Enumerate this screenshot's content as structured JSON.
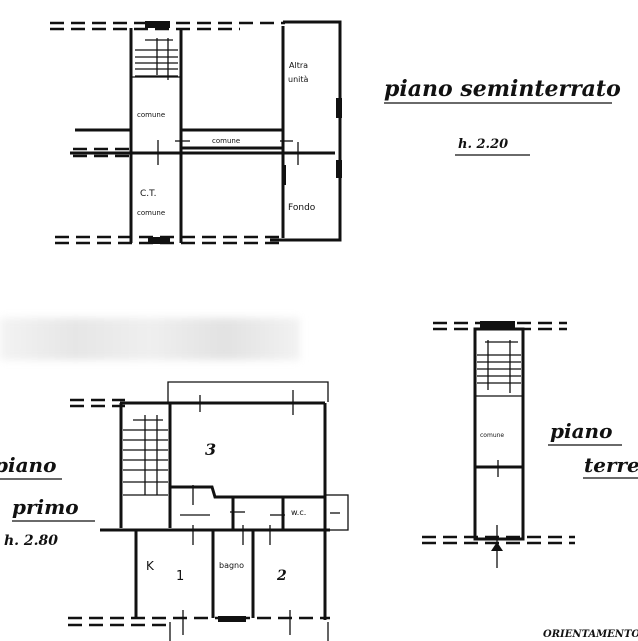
{
  "basement": {
    "title": "piano seminterrato",
    "height": "h. 2.20",
    "rooms": {
      "stair_common": "comune",
      "corridor": "comune",
      "other_unit_line1": "Altra",
      "other_unit_line2": "unità",
      "boiler_line1": "C.T.",
      "boiler_line2": "comune",
      "storage": "Fondo"
    }
  },
  "first_floor": {
    "title_line1": "piano",
    "title_line2": "primo",
    "height": "h. 2.80",
    "rooms": {
      "room3": "3",
      "kitchen": "K",
      "room1": "1",
      "bathroom": "bagno",
      "room2": "2",
      "wc": "w.c."
    }
  },
  "ground_floor": {
    "title_line1": "piano",
    "title_line2": "terreno",
    "rooms": {
      "common": "comune"
    }
  },
  "orientation_label": "ORIENTAMENTO"
}
